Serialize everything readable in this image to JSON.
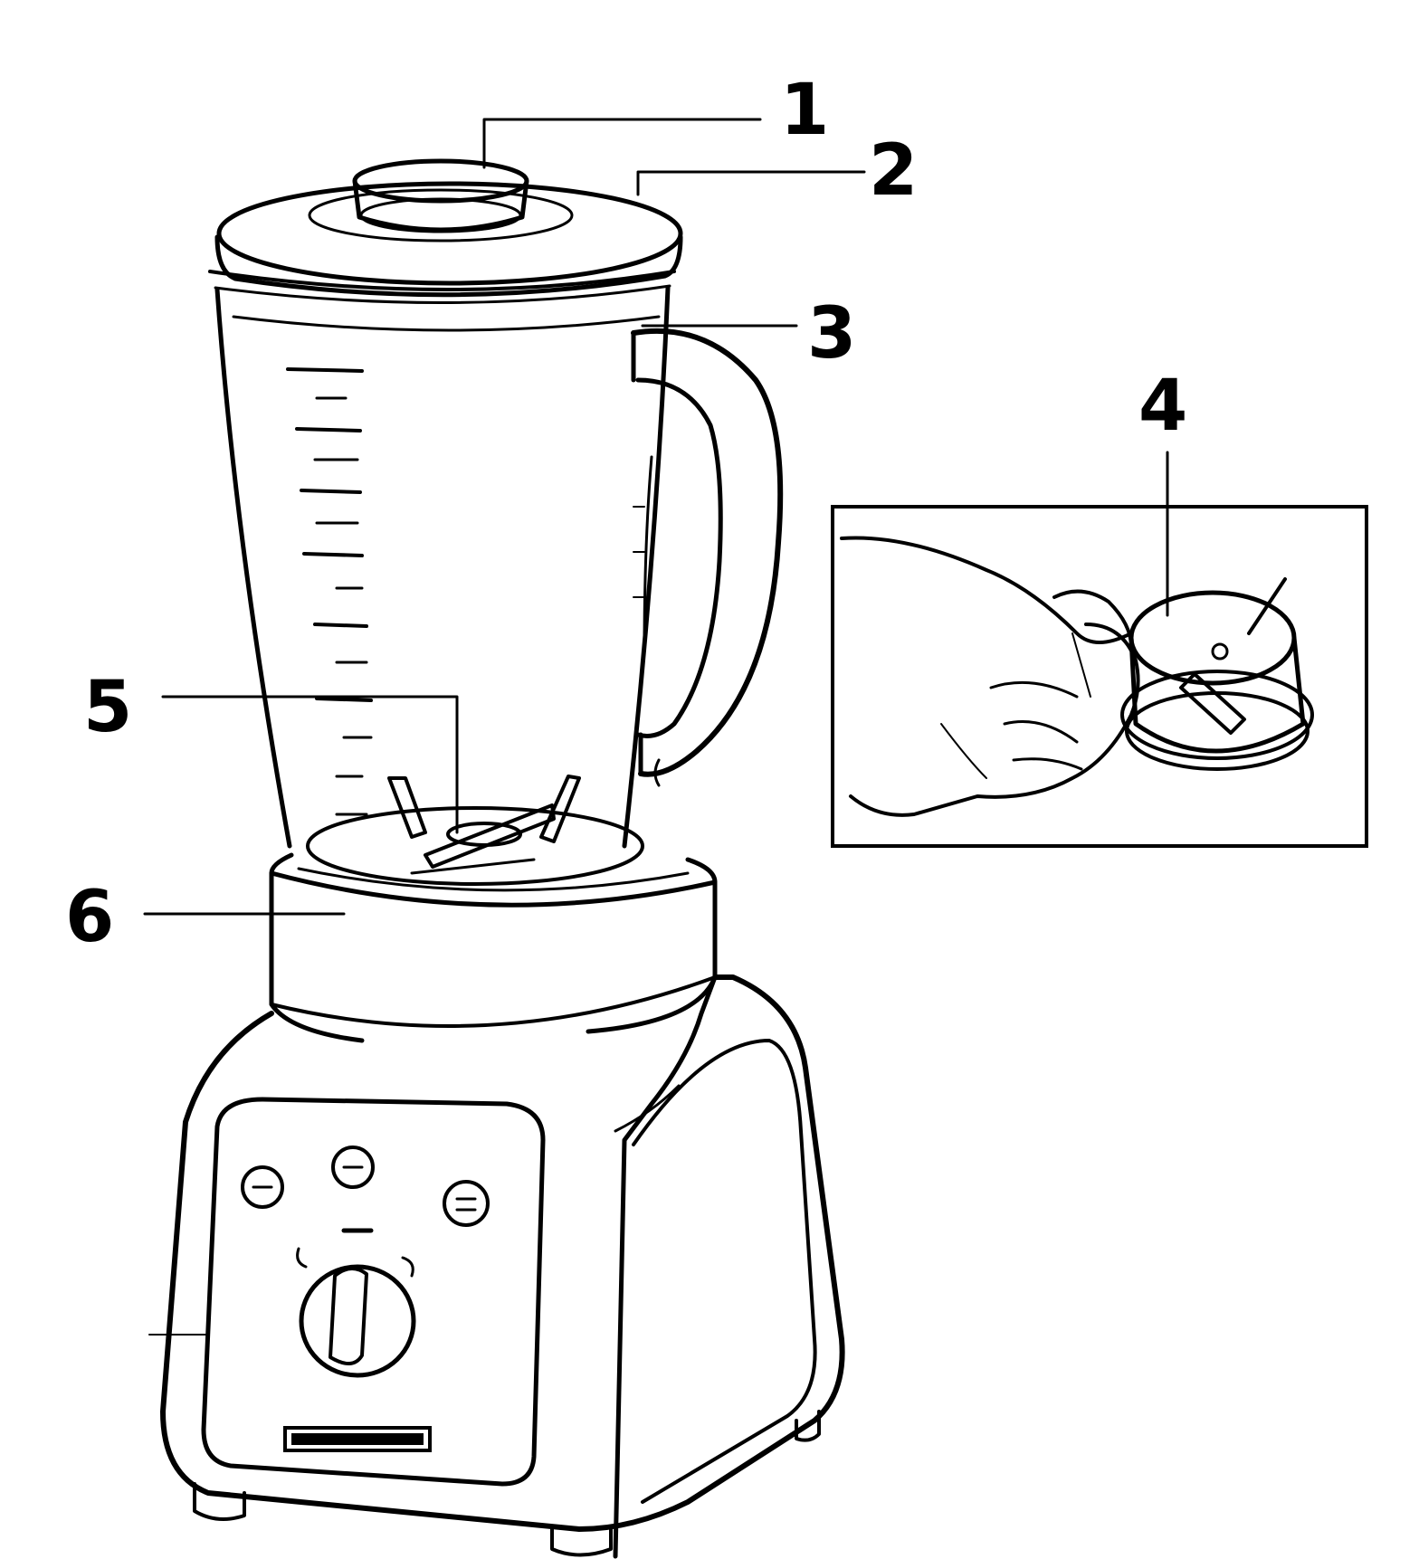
{
  "callouts": [
    {
      "id": "1",
      "label": "1"
    },
    {
      "id": "2",
      "label": "2"
    },
    {
      "id": "3",
      "label": "3"
    },
    {
      "id": "4",
      "label": "4"
    },
    {
      "id": "5",
      "label": "5"
    },
    {
      "id": "6",
      "label": "6"
    }
  ],
  "colors": {
    "ink": "#000000",
    "background": "#ffffff"
  },
  "icons": [
    "blender-illustration",
    "blade-assembly-inset-illustration"
  ]
}
